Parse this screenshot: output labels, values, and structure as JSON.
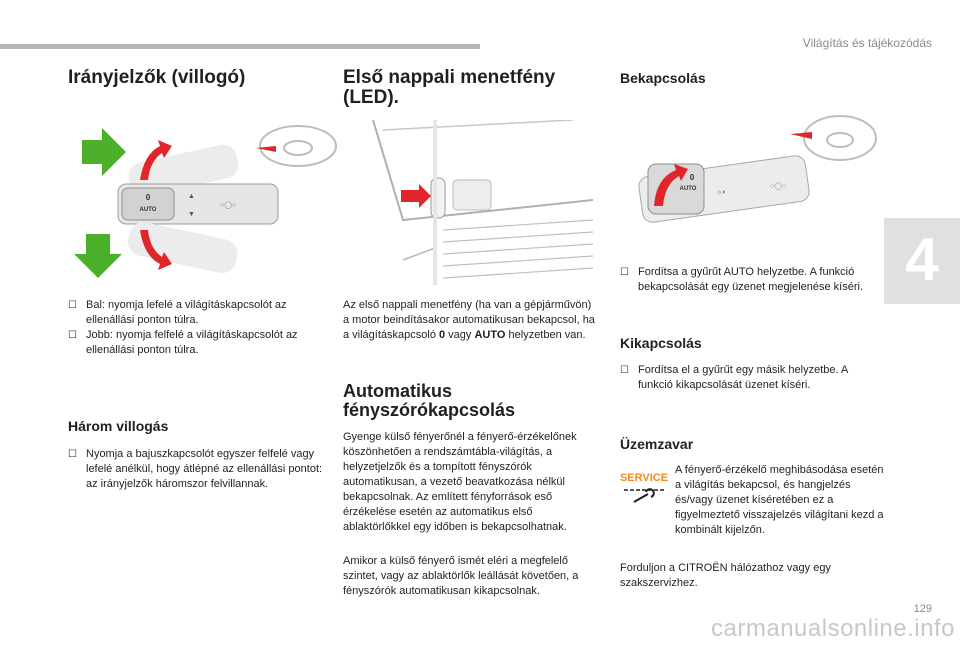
{
  "header": {
    "section_title": "Világítás és tájékozódás",
    "chapter_number": "4"
  },
  "col1": {
    "title": "Irányjelzők (villogó)",
    "bullets": [
      "Bal: nyomja lefelé a világításkapcsolót az ellenállási ponton túlra.",
      "Jobb: nyomja felfelé a világításkapcsolót az ellenállási ponton túlra."
    ],
    "subtitle": "Három villogás",
    "subbullet": "Nyomja a bajuszkapcsolót egyszer felfelé vagy lefelé anélkül, hogy átlépné az ellenállási pontot: az irányjelzők háromszor felvillannak.",
    "switch_label": "AUTO"
  },
  "col2": {
    "title": "Első nappali menetfény (LED).",
    "para1_a": "Az első nappali menetfény (ha van a gépjárművön) a motor beindításakor automatikusan bekapcsol, ha a világításkapcsoló ",
    "para1_b": "0",
    "para1_c": " vagy ",
    "para1_d": "AUTO",
    "para1_e": " helyzetben van.",
    "subtitle": "Automatikus fényszórókapcsolás",
    "para2": "Gyenge külső fényerőnél a fényerő-érzékelőnek köszönhetően a rendszámtábla-világítás, a helyzetjelzők és a tompított fényszórók automatikusan, a vezető beavatkozása nélkül bekapcsolnak. Az említett fényforrások eső érzékelése esetén az automatikus első ablaktörlőkkel egy időben is bekapcsolhatnak.",
    "para3": "Amikor a külső fényerő ismét eléri a megfelelő szintet, vagy az ablaktörlők leállását követően, a fényszórók automatikusan kikapcsolnak."
  },
  "col3": {
    "title_on": "Bekapcsolás",
    "bullet_on": "Fordítsa a gyűrűt AUTO helyzetbe. A funkció bekapcsolását egy üzenet megjelenése kíséri.",
    "title_off": "Kikapcsolás",
    "bullet_off": "Fordítsa el a gyűrűt egy másik helyzetbe. A funkció kikapcsolását üzenet kíséri.",
    "title_fault": "Üzemzavar",
    "fault_text": "A fényerő-érzékelő meghibásodása esetén a világítás bekapcsol, és hangjelzés és/vagy üzenet kíséretében ez a figyelmeztető visszajelzés világítani kezd a kombinált kijelzőn.",
    "service_label": "SERVICE",
    "closing": "Forduljon a CITROËN hálózathoz vagy egy szakszervizhez.",
    "switch_label": "AUTO"
  },
  "footer": {
    "page_number": "129",
    "watermark": "carmanualsonline.info"
  },
  "colors": {
    "green_arrow": "#4caf2a",
    "red_accent": "#e0262b",
    "service_orange": "#f08a1c"
  }
}
